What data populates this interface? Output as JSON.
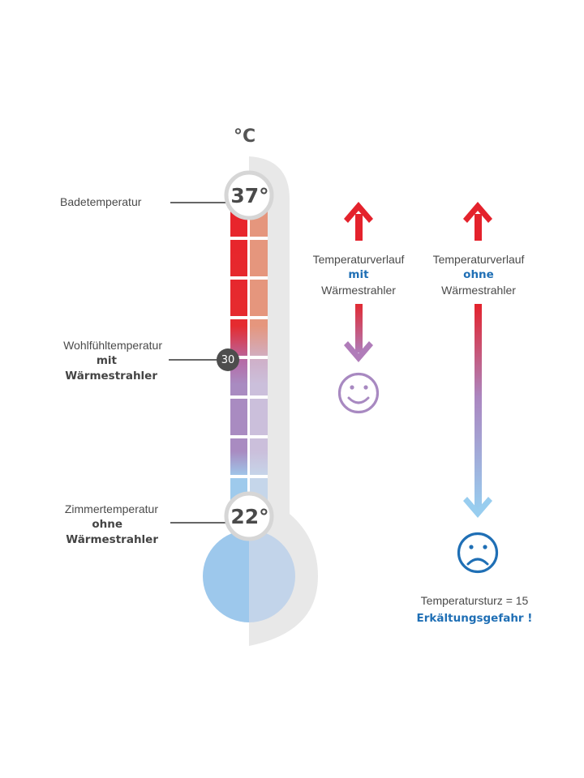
{
  "unit": "°C",
  "thermometer": {
    "top_value": "37°",
    "bottom_value": "22°",
    "marker_value": "30"
  },
  "labels": {
    "bath": "Badetemperatur",
    "comfort_line1": "Wohlfühltemperatur",
    "comfort_line2": "mit",
    "comfort_line3": "Wärmestrahler",
    "room_line1": "Zimmertemperatur",
    "room_line2": "ohne",
    "room_line3": "Wärmestrahler"
  },
  "column_with": {
    "line1": "Temperaturverlauf",
    "line2": "mit",
    "line3": "Wärmestrahler",
    "face": "smiley-icon"
  },
  "column_without": {
    "line1": "Temperaturverlauf",
    "line2": "ohne",
    "line3": "Wärmestrahler",
    "face": "sad-face-icon"
  },
  "footer": {
    "drop": "Temperatursturz = 15",
    "warning": "Erkältungsgefahr !"
  },
  "colors": {
    "red": "#e8242b",
    "light_red": "#e5967d",
    "purple": "#a88ac0",
    "light_purple": "#cbbfdb",
    "blue": "#9ecaec",
    "light_blue": "#c5d6ea",
    "text_blue": "#1f6fb5"
  }
}
